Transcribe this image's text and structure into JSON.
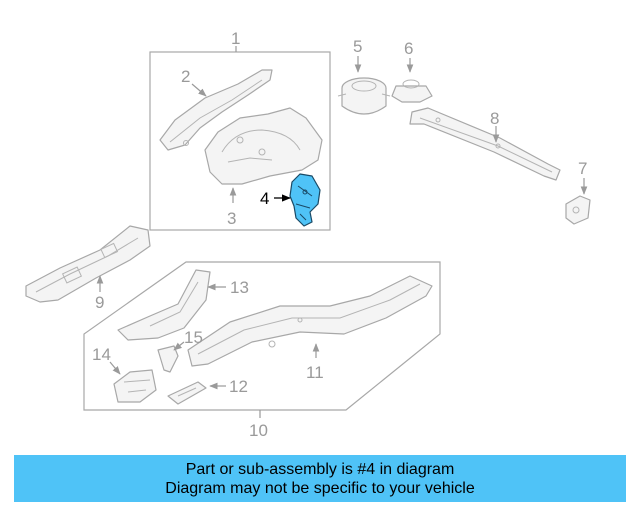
{
  "diagram": {
    "callouts": {
      "c1": "1",
      "c2": "2",
      "c3": "3",
      "c4": "4",
      "c5": "5",
      "c6": "6",
      "c7": "7",
      "c8": "8",
      "c9": "9",
      "c10": "10",
      "c11": "11",
      "c12": "12",
      "c13": "13",
      "c14": "14",
      "c15": "15"
    },
    "highlight_color": "#4fc3f7"
  },
  "banner": {
    "line1": "Part or sub-assembly is #4 in diagram",
    "line2": "Diagram may not be specific to your vehicle",
    "color": "#4fc3f7"
  }
}
